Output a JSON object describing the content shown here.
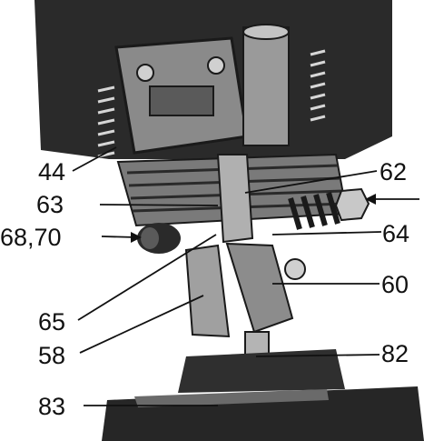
{
  "figure": {
    "subject": "photograph of a mechanical assembly with numbered part callouts",
    "callouts": {
      "c44": "44",
      "c62": "62",
      "c63": "63",
      "c68_70": "68,70",
      "c64": "64",
      "c60": "60",
      "c65": "65",
      "c58": "58",
      "c82": "82",
      "c83": "83"
    }
  },
  "colors": {
    "ink": "#111111",
    "paper": "#ffffff",
    "dark_metal": "#2a2a2a",
    "mid_metal": "#6a6a6a",
    "light_metal": "#b8b8b8"
  }
}
